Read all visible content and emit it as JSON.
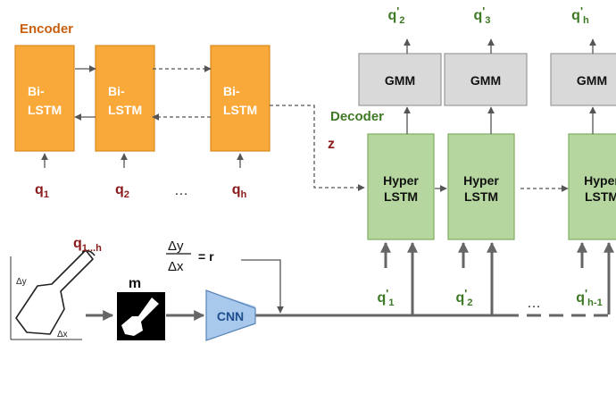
{
  "colors": {
    "encoder_fill": "#F9A93A",
    "encoder_stroke": "#D9891E",
    "encoder_title": "#C8600F",
    "decoder_fill": "#B5D79F",
    "decoder_stroke": "#7FAE62",
    "decoder_title": "#3E7A25",
    "gmm_fill": "#D9D9D9",
    "gmm_stroke": "#9A9A9A",
    "cnn_fill": "#A8C8EC",
    "cnn_stroke": "#5A86B8",
    "cnn_text": "#1F4E8C",
    "red_label": "#8B1A1A",
    "green_label": "#3E7A25"
  },
  "encoder": {
    "title": "Encoder",
    "cells": [
      {
        "l1": "Bi-",
        "l2": "LSTM"
      },
      {
        "l1": "Bi-",
        "l2": "LSTM"
      },
      {
        "l1": "Bi-",
        "l2": "LSTM"
      }
    ],
    "inputs": [
      {
        "base": "q",
        "sub": "1"
      },
      {
        "base": "q",
        "sub": "2"
      },
      {
        "base": "q",
        "sub": "h"
      }
    ],
    "ellipsis": "…"
  },
  "latent": "z",
  "decoder": {
    "title": "Decoder",
    "cells": [
      {
        "l1": "Hyper",
        "l2": "LSTM"
      },
      {
        "l1": "Hyper",
        "l2": "LSTM"
      },
      {
        "l1": "Hyper",
        "l2": "LSTM"
      }
    ],
    "gmm_label": "GMM",
    "outputs": [
      {
        "base": "q",
        "prime": "'",
        "sub": "2"
      },
      {
        "base": "q",
        "prime": "'",
        "sub": "3"
      },
      {
        "base": "q",
        "prime": "'",
        "sub": "h"
      }
    ],
    "inputs": [
      {
        "base": "q",
        "prime": "'",
        "sub": "1"
      },
      {
        "base": "q",
        "prime": "'",
        "sub": "2"
      },
      {
        "base": "q",
        "prime": "'",
        "sub": "h-1"
      }
    ],
    "ellipsis": "…"
  },
  "sketch": {
    "label_base": "q",
    "label_sub": "1...h",
    "axis_y": "Δy",
    "axis_x": "Δx"
  },
  "mask_label": "m",
  "cnn_label": "CNN",
  "ratio": {
    "num": "Δy",
    "den": "Δx",
    "rhs": "= r"
  }
}
